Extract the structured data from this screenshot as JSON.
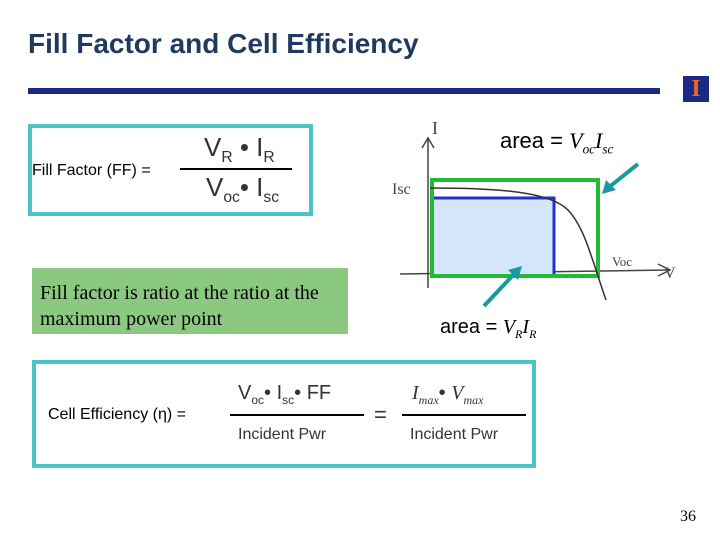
{
  "title": "Fill Factor and Cell Efficiency",
  "logo_glyph": "I",
  "fill_factor": {
    "label": "Fill Factor (FF) =",
    "num_a": "V",
    "num_a_sub": "R",
    "num_dot": " • ",
    "num_b": "I",
    "num_b_sub": "R",
    "den_a": "V",
    "den_a_sub": "oc",
    "den_dot": "• ",
    "den_b": "I",
    "den_b_sub": "sc"
  },
  "note": "Fill factor is ratio at the ratio at the maximum power point",
  "cell_efficiency": {
    "label": "Cell Efficiency (η) =",
    "num1_a": "V",
    "num1_a_sub": "oc",
    "num1_dot1": "• ",
    "num1_b": "I",
    "num1_b_sub": "sc",
    "num1_dot2": "• FF",
    "den1": "Incident Pwr",
    "equals": "=",
    "num2_a": "I",
    "num2_a_sub": "max",
    "num2_dot": "• ",
    "num2_b": "V",
    "num2_b_sub": "max",
    "den2": "Incident Pwr"
  },
  "graph": {
    "i_axis": "I",
    "isc_label": "Isc",
    "voc_label": "Voc",
    "v_axis": "V",
    "area_top_prefix": "area = ",
    "area_top_a": "V",
    "area_top_a_sub": "oc",
    "area_top_b": "I",
    "area_top_b_sub": "sc",
    "area_bot_prefix": "area = ",
    "area_bot_a": "V",
    "area_bot_a_sub": "R",
    "area_bot_b": "I",
    "area_bot_b_sub": "R"
  },
  "colors": {
    "title": "#1e3a5f",
    "rule": "#1a2a82",
    "frame": "#4cc4c4",
    "note_bg": "#8cc980",
    "rect_green": "#22bb33",
    "rect_blue": "#2233cc",
    "fill_blue": "#d6e6fa",
    "arrow": "#1a9aa0"
  },
  "page_number": "36"
}
